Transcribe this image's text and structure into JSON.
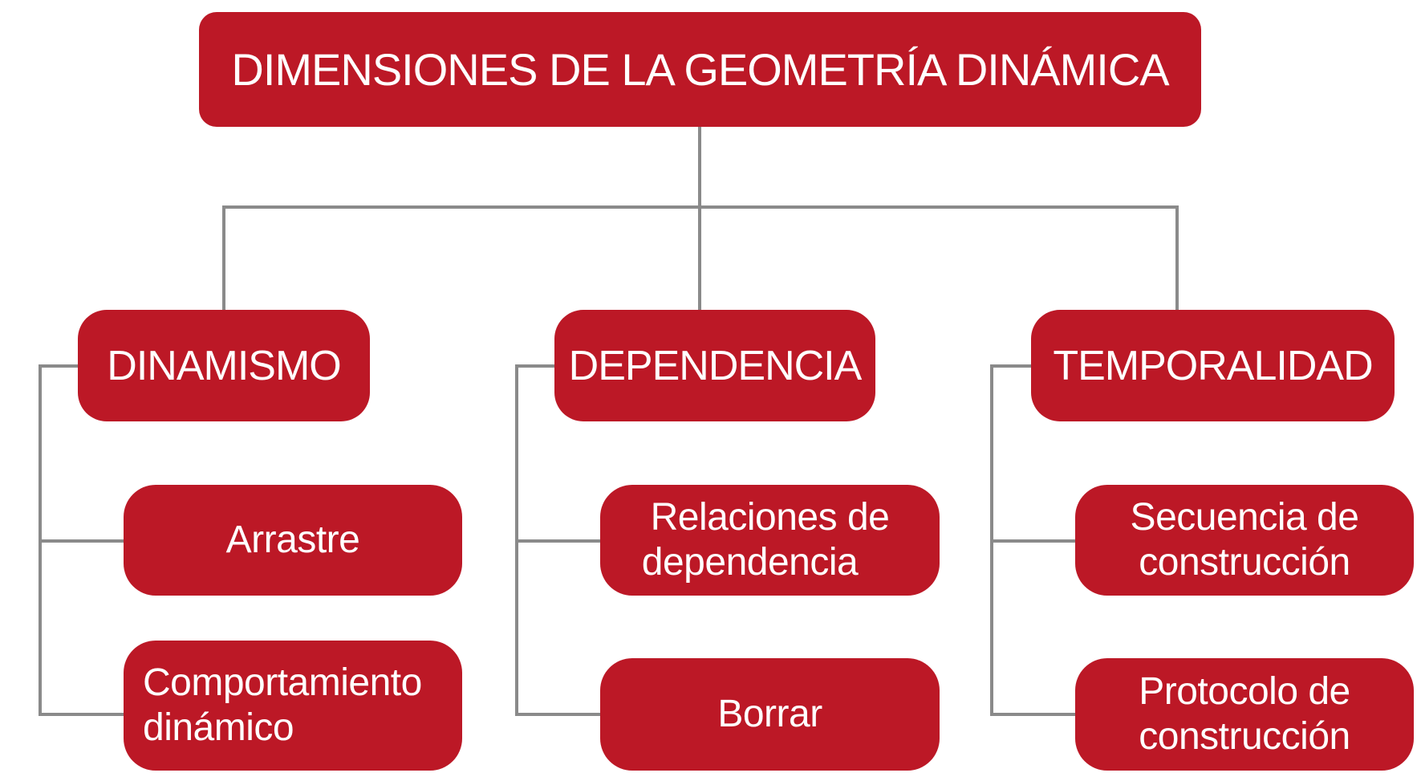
{
  "title": "DIMENSIONES DE LA GEOMETRÍA DINÁMICA",
  "colors": {
    "box": "#bc1826",
    "connector": "#8a8a8a",
    "text": "#ffffff"
  },
  "branches": [
    {
      "label": "DINAMISMO",
      "children": [
        [
          "Arrastre"
        ],
        [
          "Comportamiento",
          "dinámico"
        ]
      ]
    },
    {
      "label": "DEPENDENCIA",
      "children": [
        [
          "Relaciones de",
          "dependencia"
        ],
        [
          "Borrar"
        ]
      ]
    },
    {
      "label": "TEMPORALIDAD",
      "children": [
        [
          "Secuencia de",
          "construcción"
        ],
        [
          "Protocolo de",
          "construcción"
        ]
      ]
    }
  ]
}
